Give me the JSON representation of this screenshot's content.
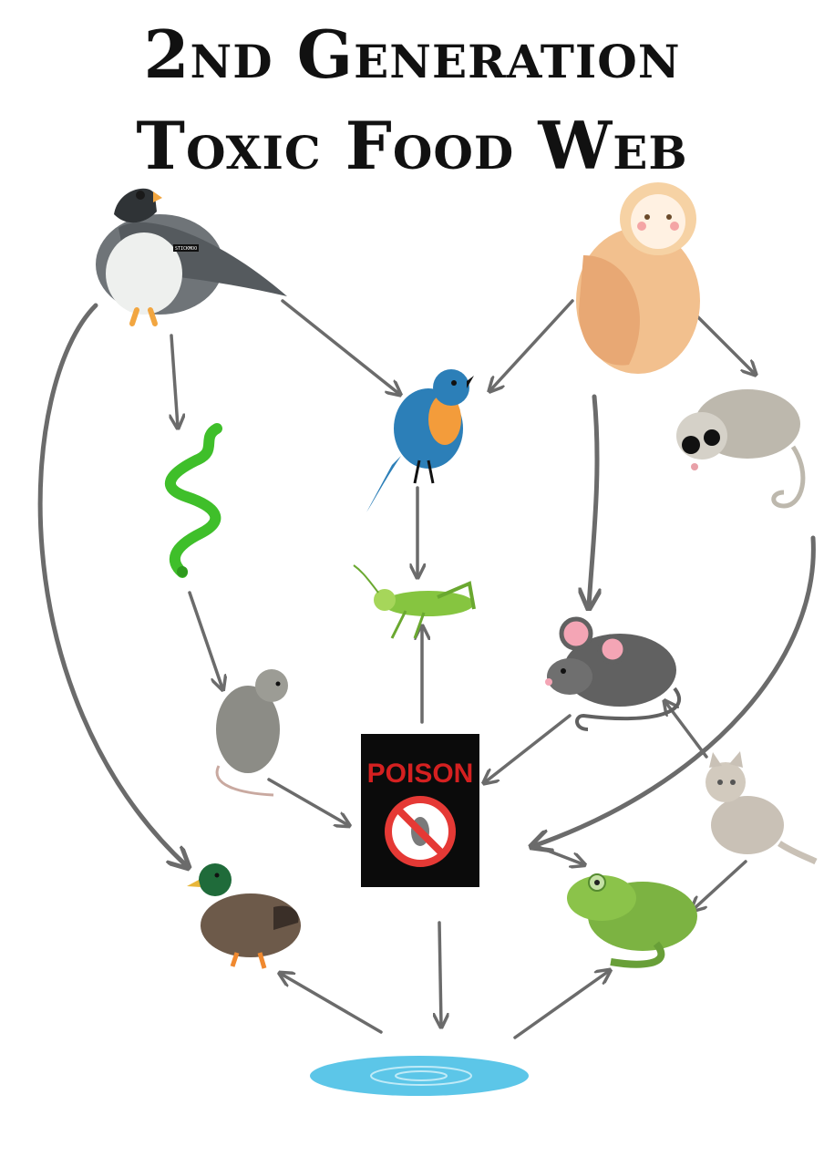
{
  "title": {
    "line1": "2nd Generation",
    "line2": "Toxic Food Web"
  },
  "poison_label": "POISON",
  "falcon_tag": "STICKMOO",
  "colors": {
    "arrow": "#6b6b6b",
    "poison_bg": "#0b0b0b",
    "poison_text": "#d42020",
    "snake": "#3fbf2a",
    "frog": "#7cb342",
    "water": "#5cc6e8",
    "owl": "#f2c08e",
    "bird_blue": "#2c7fb8",
    "mouse": "#616161"
  },
  "nodes": [
    "falcon-icon",
    "owl-icon",
    "bluebird-icon",
    "possum-icon",
    "snake-icon",
    "grasshopper-icon",
    "mouse-icon",
    "rat-icon",
    "poison-icon",
    "kitten-icon",
    "duck-icon",
    "frog-icon",
    "water-puddle-icon"
  ]
}
